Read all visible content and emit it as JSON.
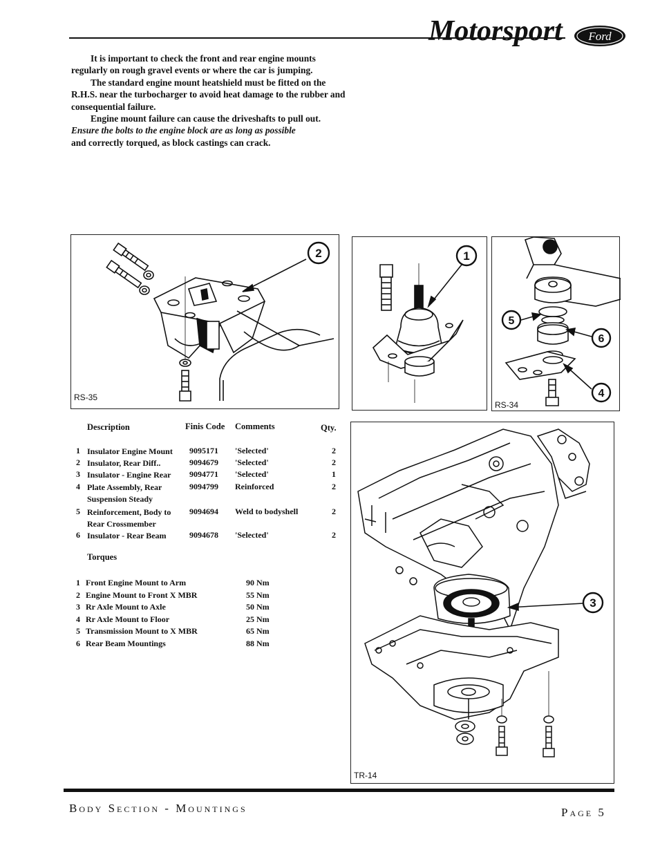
{
  "header": {
    "brand_script": "Motorsport",
    "oval_text": "Ford"
  },
  "intro": {
    "p1": "It is important to check the front and rear engine mounts regularly on rough gravel events or where the car is jumping.",
    "p2": "The standard engine mount heatshield must be fitted on the R.H.S. near the turbocharger to avoid heat damage to the rubber and consequential failure.",
    "p3": "Engine mount failure can cause the driveshafts to pull out.",
    "p4": "Ensure the bolts to the engine block are as long as possible",
    "p5": "and correctly torqued, as block castings can crack."
  },
  "figures": {
    "rs35": {
      "label": "RS-35",
      "callout": "2"
    },
    "mount1": {
      "callout": "1"
    },
    "rs34": {
      "label": "RS-34",
      "callouts": [
        "5",
        "6",
        "4"
      ]
    },
    "tr14": {
      "label": "TR-14",
      "callout": "3"
    }
  },
  "parts_table": {
    "headers": {
      "description": "Description",
      "code": "Finis Code",
      "comments": "Comments",
      "qty": "Qty."
    },
    "rows": [
      {
        "num": "1",
        "desc": "Insulator Engine Mount",
        "code": "9095171",
        "comments": "'Selected'",
        "qty": "2"
      },
      {
        "num": "2",
        "desc": "Insulator, Rear Diff..",
        "code": "9094679",
        "comments": "'Selected'",
        "qty": "2"
      },
      {
        "num": "3",
        "desc": "Insulator - Engine Rear",
        "code": "9094771",
        "comments": "'Selected'",
        "qty": "1"
      },
      {
        "num": "4",
        "desc": "Plate Assembly, Rear Suspension Steady",
        "code": "9094799",
        "comments": "Reinforced",
        "qty": "2"
      },
      {
        "num": "5",
        "desc": "Reinforcement, Body to Rear Crossmember",
        "code": "9094694",
        "comments": "Weld to bodyshell",
        "qty": "2"
      },
      {
        "num": "6",
        "desc": "Insulator - Rear Beam",
        "code": "9094678",
        "comments": "'Selected'",
        "qty": "2"
      }
    ]
  },
  "torques": {
    "title": "Torques",
    "rows": [
      {
        "num": "1",
        "name": "Front Engine Mount to Arm",
        "value": "90 Nm"
      },
      {
        "num": "2",
        "name": "Engine Mount to Front X MBR",
        "value": "55 Nm"
      },
      {
        "num": "3",
        "name": "Rr Axle Mount to Axle",
        "value": "50 Nm"
      },
      {
        "num": "4",
        "name": "Rr Axle Mount to Floor",
        "value": "25 Nm"
      },
      {
        "num": "5",
        "name": "Transmission Mount to X MBR",
        "value": "65 Nm"
      },
      {
        "num": "6",
        "name": "Rear Beam Mountings",
        "value": "88 Nm"
      }
    ]
  },
  "footer": {
    "section": "Body Section - Mountings",
    "page": "Page 5"
  }
}
